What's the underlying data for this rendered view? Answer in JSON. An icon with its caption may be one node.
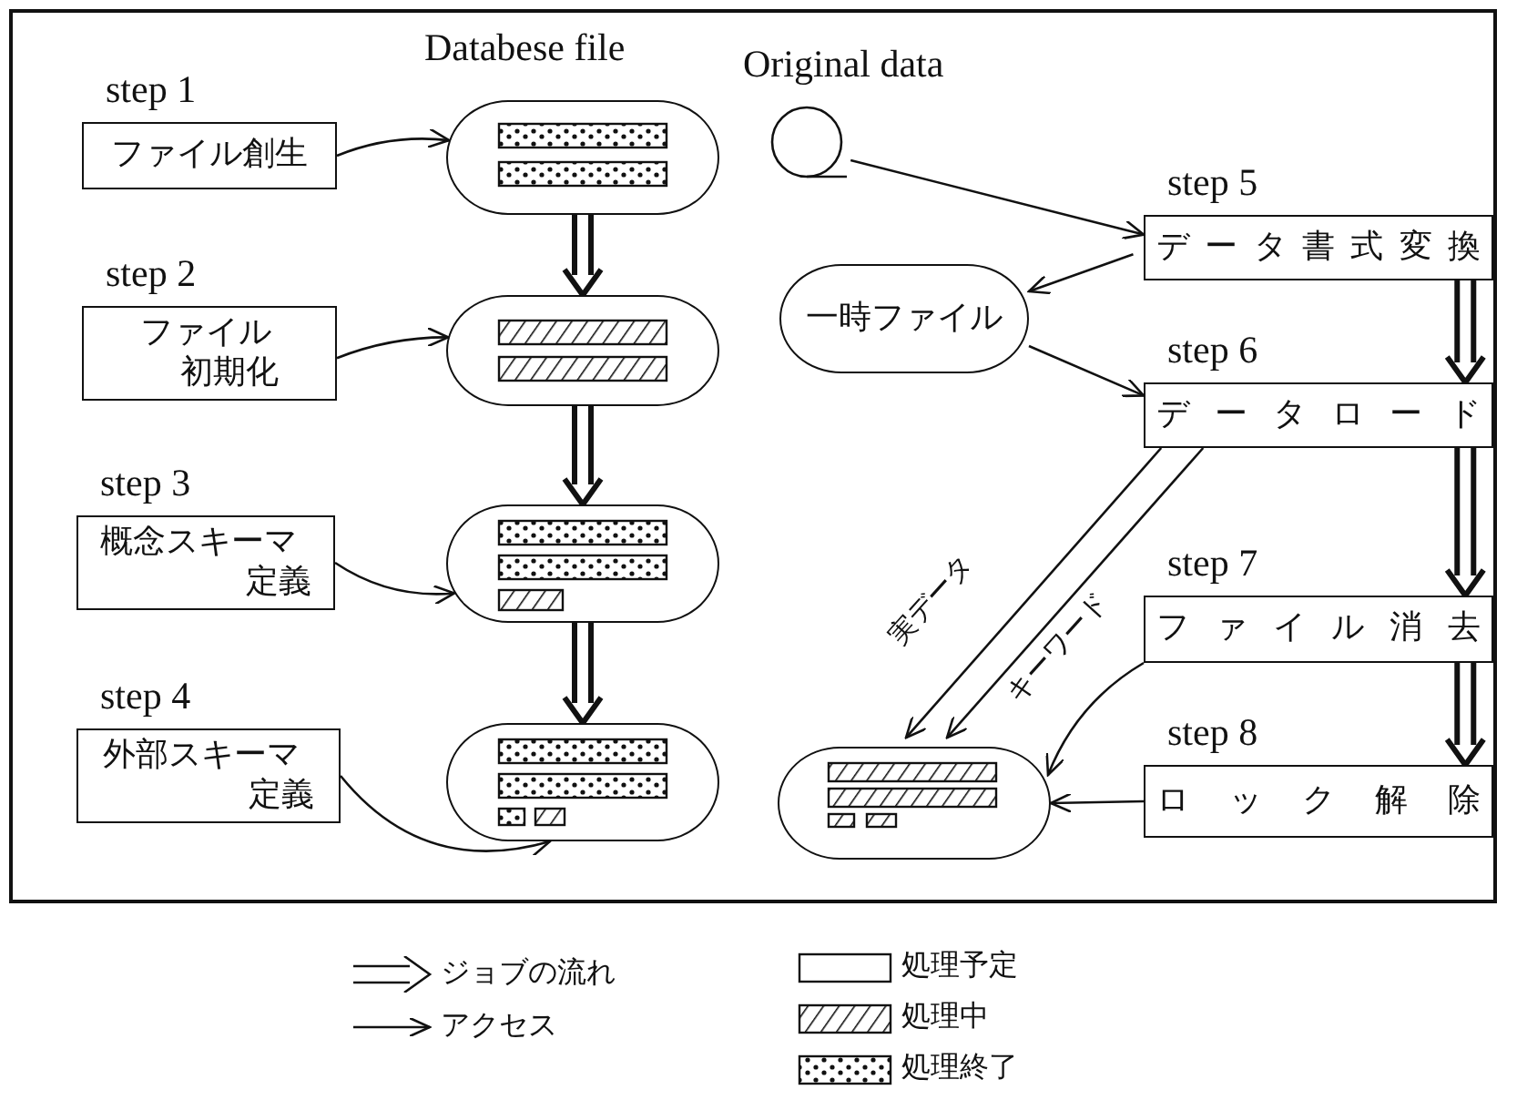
{
  "diagram": {
    "nodes": [
      {
        "text": [
          "step 1",
          "ファイル創生"
        ]
      },
      {
        "text": [
          "step 2",
          "ファイル初期化"
        ]
      },
      {
        "text": [
          "step 3",
          "概念スキーマ定義"
        ]
      },
      {
        "text": [
          "step 4",
          "外部スキーマ定義"
        ]
      },
      {
        "text": [],
        "shape": "box"
      },
      {
        "text": [],
        "shape": "box"
      },
      {
        "text": [],
        "shape": "box"
      },
      {
        "text": [],
        "shape": "box"
      },
      {
        "text": [],
        "shape": "circle",
        "beside": [
          "Original data"
        ]
      },
      {
        "text": [
          "step 5",
          "データ書式変換"
        ]
      },
      {
        "text": [
          "一時ファイル"
        ]
      },
      {
        "text": [
          "step 6",
          "データロード"
        ]
      },
      {
        "text": [
          "step 7",
          "ファイル消去"
        ]
      },
      {
        "text": [
          "step 8",
          "ロック解除"
        ]
      },
      {
        "text": [],
        "shape": "box"
      }
    ],
    "edges": [
      {
        "from": 0,
        "to": 4,
        "arrow": "to"
      },
      {
        "from": 1,
        "to": 5,
        "arrow": "to"
      },
      {
        "from": 2,
        "to": 6,
        "arrow": "to"
      },
      {
        "from": 3,
        "to": 7,
        "arrow": "to"
      },
      {
        "from": 4,
        "to": 5,
        "arrow": "to",
        "style": "thick"
      },
      {
        "from": 5,
        "to": 6,
        "arrow": "to",
        "style": "thick"
      },
      {
        "from": 6,
        "to": 7,
        "arrow": "to",
        "style": "thick"
      },
      {
        "from": 8,
        "to": 9,
        "arrow": "to"
      },
      {
        "from": 9,
        "to": 10,
        "arrow": "to"
      },
      {
        "from": 10,
        "to": 11,
        "arrow": "to"
      },
      {
        "from": 9,
        "to": 11,
        "arrow": "to",
        "style": "thick"
      },
      {
        "from": 11,
        "to": 12,
        "arrow": "to",
        "style": "thick"
      },
      {
        "from": 12,
        "to": 13,
        "arrow": "to",
        "style": "thick"
      },
      {
        "from": 11,
        "to": 14,
        "arrow": "to",
        "label": "実データ"
      },
      {
        "from": 11,
        "to": 14,
        "arrow": "to",
        "label": "キーワード"
      },
      {
        "from": 12,
        "to": 14,
        "arrow": "to"
      },
      {
        "from": 13,
        "to": 14,
        "arrow": "to"
      }
    ],
    "labels": [
      "Databese file"
    ],
    "legend": [
      {
        "text": "ジョブの流れ"
      },
      {
        "text": "アクセス"
      },
      {
        "text": "処理予定"
      },
      {
        "text": "処理中"
      },
      {
        "text": "処理終了"
      }
    ]
  }
}
